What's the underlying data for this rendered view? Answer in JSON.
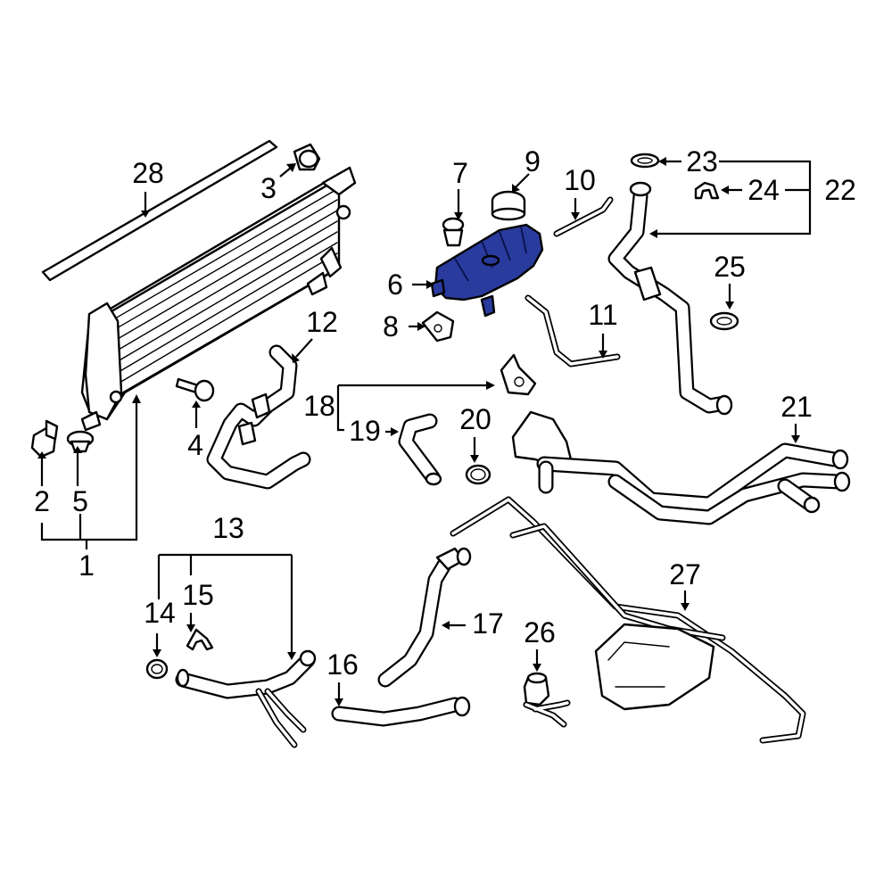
{
  "diagram": {
    "highlight_color": "#2a3b9e",
    "highlighted_part": "6",
    "labels": {
      "l1": "1",
      "l2": "2",
      "l3": "3",
      "l4": "4",
      "l5": "5",
      "l6": "6",
      "l7": "7",
      "l8": "8",
      "l9": "9",
      "l10": "10",
      "l11": "11",
      "l12": "12",
      "l13": "13",
      "l14": "14",
      "l15": "15",
      "l16": "16",
      "l17": "17",
      "l18": "18",
      "l19": "19",
      "l20": "20",
      "l21": "21",
      "l22": "22",
      "l23": "23",
      "l24": "24",
      "l25": "25",
      "l26": "26",
      "l27": "27",
      "l28": "28"
    }
  }
}
